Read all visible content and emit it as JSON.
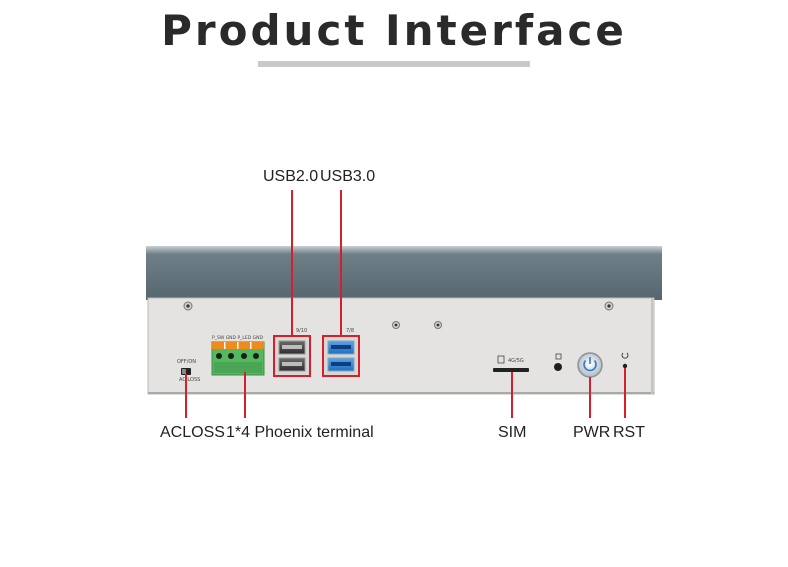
{
  "title": "Product Interface",
  "labels": {
    "usb2": "USB2.0",
    "usb3": "USB3.0",
    "acloss": "ACLOSS",
    "phoenix": "1*4 Phoenix terminal",
    "sim": "SIM",
    "pwr": "PWR",
    "rst": "RST"
  },
  "panel_print": {
    "switch_top": "OFF/ON",
    "switch_bottom": "AC LOSS",
    "terminal_pins": "P_SW GND P_LED GND",
    "usb2_port": "9/10",
    "usb3_port": "7/8",
    "sim_slot": "4G/5G"
  },
  "colors": {
    "highlight": "#d4202a",
    "chassis_top": "#5f6f79",
    "panel": "#e4e3e1",
    "terminal": "#54b85e",
    "terminal_pins": "#f08a1c",
    "usb3": "#2a7fd8"
  }
}
